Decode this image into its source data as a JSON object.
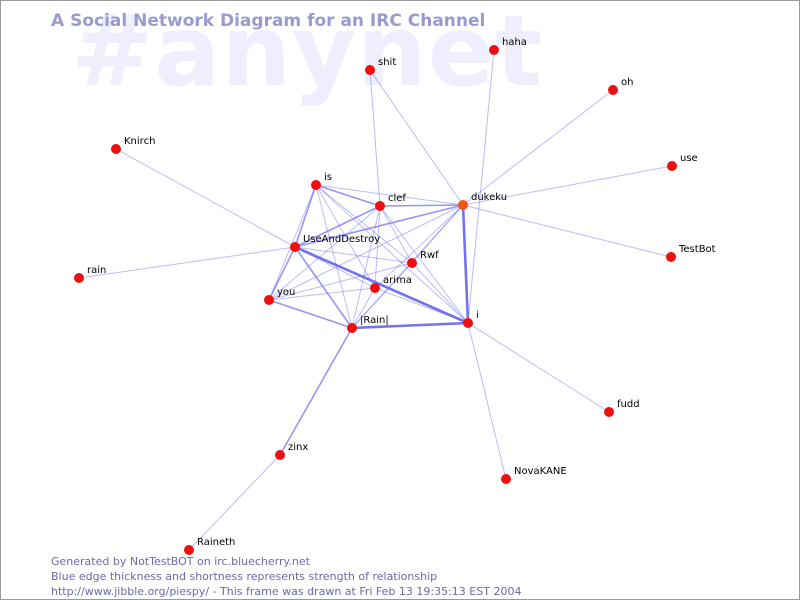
{
  "watermark": "#anynet",
  "title": "A Social Network Diagram for an IRC Channel",
  "footer": {
    "line1": "Generated by NotTestBOT on irc.bluecherry.net",
    "line2": "Blue edge thickness and shortness represents strength of relationship",
    "line3": "http://www.jibble.org/piespy/ - This frame was drawn at Fri Feb 13 19:35:13 EST 2004"
  },
  "colors": {
    "node": "#ee0f0f",
    "hub_node": "#f25512",
    "edge": "#6b6bee",
    "title": "#9a9ad0",
    "watermark": "#eeeefc",
    "footer": "#6a6aa8"
  },
  "nodes": [
    {
      "id": "haha",
      "label": "haha"
    },
    {
      "id": "shit",
      "label": "shit"
    },
    {
      "id": "oh",
      "label": "oh"
    },
    {
      "id": "Knirch",
      "label": "Knirch"
    },
    {
      "id": "use",
      "label": "use"
    },
    {
      "id": "is",
      "label": "is"
    },
    {
      "id": "clef",
      "label": "clef"
    },
    {
      "id": "dukeku",
      "label": "dukeku",
      "hub": true
    },
    {
      "id": "UseAndDestroy",
      "label": "UseAndDestroy"
    },
    {
      "id": "TestBot",
      "label": "TestBot"
    },
    {
      "id": "Rwf",
      "label": "Rwf"
    },
    {
      "id": "rain",
      "label": "rain"
    },
    {
      "id": "arima",
      "label": "arima"
    },
    {
      "id": "you",
      "label": "you"
    },
    {
      "id": "Rain",
      "label": "|Rain|"
    },
    {
      "id": "i",
      "label": "i"
    },
    {
      "id": "fudd",
      "label": "fudd"
    },
    {
      "id": "zinx",
      "label": "zinx"
    },
    {
      "id": "NovaKANE",
      "label": "NovaKANE"
    },
    {
      "id": "Raineth",
      "label": "Raineth"
    }
  ],
  "edges": [
    {
      "from": "haha",
      "to": "i",
      "weight": 1
    },
    {
      "from": "shit",
      "to": "clef",
      "weight": 1
    },
    {
      "from": "shit",
      "to": "dukeku",
      "weight": 1
    },
    {
      "from": "oh",
      "to": "dukeku",
      "weight": 1
    },
    {
      "from": "use",
      "to": "dukeku",
      "weight": 1
    },
    {
      "from": "TestBot",
      "to": "dukeku",
      "weight": 1
    },
    {
      "from": "Knirch",
      "to": "UseAndDestroy",
      "weight": 1
    },
    {
      "from": "rain",
      "to": "UseAndDestroy",
      "weight": 1
    },
    {
      "from": "fudd",
      "to": "i",
      "weight": 1
    },
    {
      "from": "NovaKANE",
      "to": "i",
      "weight": 1
    },
    {
      "from": "zinx",
      "to": "Rain",
      "weight": 2
    },
    {
      "from": "Raineth",
      "to": "zinx",
      "weight": 1
    },
    {
      "from": "is",
      "to": "clef",
      "weight": 2
    },
    {
      "from": "is",
      "to": "UseAndDestroy",
      "weight": 2
    },
    {
      "from": "is",
      "to": "dukeku",
      "weight": 1
    },
    {
      "from": "is",
      "to": "Rwf",
      "weight": 1
    },
    {
      "from": "is",
      "to": "arima",
      "weight": 1
    },
    {
      "from": "is",
      "to": "Rain",
      "weight": 1
    },
    {
      "from": "is",
      "to": "i",
      "weight": 1
    },
    {
      "from": "is",
      "to": "you",
      "weight": 1
    },
    {
      "from": "clef",
      "to": "dukeku",
      "weight": 2
    },
    {
      "from": "clef",
      "to": "UseAndDestroy",
      "weight": 2
    },
    {
      "from": "clef",
      "to": "Rwf",
      "weight": 1
    },
    {
      "from": "clef",
      "to": "arima",
      "weight": 1
    },
    {
      "from": "clef",
      "to": "Rain",
      "weight": 1
    },
    {
      "from": "clef",
      "to": "i",
      "weight": 1
    },
    {
      "from": "clef",
      "to": "you",
      "weight": 1
    },
    {
      "from": "dukeku",
      "to": "i",
      "weight": 3
    },
    {
      "from": "dukeku",
      "to": "UseAndDestroy",
      "weight": 2
    },
    {
      "from": "dukeku",
      "to": "Rwf",
      "weight": 1
    },
    {
      "from": "dukeku",
      "to": "arima",
      "weight": 1
    },
    {
      "from": "dukeku",
      "to": "Rain",
      "weight": 1
    },
    {
      "from": "dukeku",
      "to": "you",
      "weight": 1
    },
    {
      "from": "UseAndDestroy",
      "to": "i",
      "weight": 3
    },
    {
      "from": "UseAndDestroy",
      "to": "Rain",
      "weight": 2
    },
    {
      "from": "UseAndDestroy",
      "to": "you",
      "weight": 2
    },
    {
      "from": "UseAndDestroy",
      "to": "Rwf",
      "weight": 1
    },
    {
      "from": "UseAndDestroy",
      "to": "arima",
      "weight": 1
    },
    {
      "from": "Rain",
      "to": "i",
      "weight": 3
    },
    {
      "from": "Rain",
      "to": "you",
      "weight": 2
    },
    {
      "from": "Rain",
      "to": "Rwf",
      "weight": 1
    },
    {
      "from": "Rain",
      "to": "arima",
      "weight": 1
    },
    {
      "from": "arima",
      "to": "i",
      "weight": 1
    },
    {
      "from": "arima",
      "to": "you",
      "weight": 1
    },
    {
      "from": "Rwf",
      "to": "i",
      "weight": 1
    },
    {
      "from": "Rwf",
      "to": "you",
      "weight": 1
    }
  ]
}
